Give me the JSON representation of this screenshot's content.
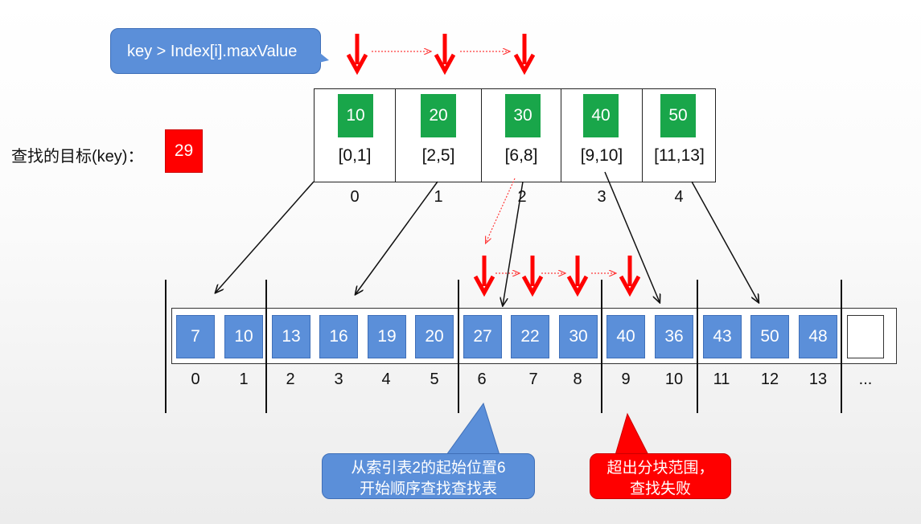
{
  "callout_top": "key > Index[i].maxValue",
  "target": {
    "label": "查找的目标(key)：",
    "value": "29"
  },
  "index_table": [
    {
      "max": "10",
      "range": "[0,1]",
      "idx": "0"
    },
    {
      "max": "20",
      "range": "[2,5]",
      "idx": "1"
    },
    {
      "max": "30",
      "range": "[6,8]",
      "idx": "2"
    },
    {
      "max": "40",
      "range": "[9,10]",
      "idx": "3"
    },
    {
      "max": "50",
      "range": "[11,13]",
      "idx": "4"
    }
  ],
  "array": {
    "values": [
      "7",
      "10",
      "13",
      "16",
      "19",
      "20",
      "27",
      "22",
      "30",
      "40",
      "36",
      "43",
      "50",
      "48",
      ""
    ],
    "indices": [
      "0",
      "1",
      "2",
      "3",
      "4",
      "5",
      "6",
      "7",
      "8",
      "9",
      "10",
      "11",
      "12",
      "13",
      "..."
    ]
  },
  "bubble_blue": {
    "line1": "从索引表2的起始位置6",
    "line2": "开始顺序查找查找表"
  },
  "bubble_red": {
    "line1": "超出分块范围，",
    "line2": "查找失败"
  },
  "colors": {
    "index_green": "#19a64a",
    "cell_blue": "#5b8fd9",
    "key_red": "#ff0000",
    "arrow_red": "#ff0000"
  }
}
